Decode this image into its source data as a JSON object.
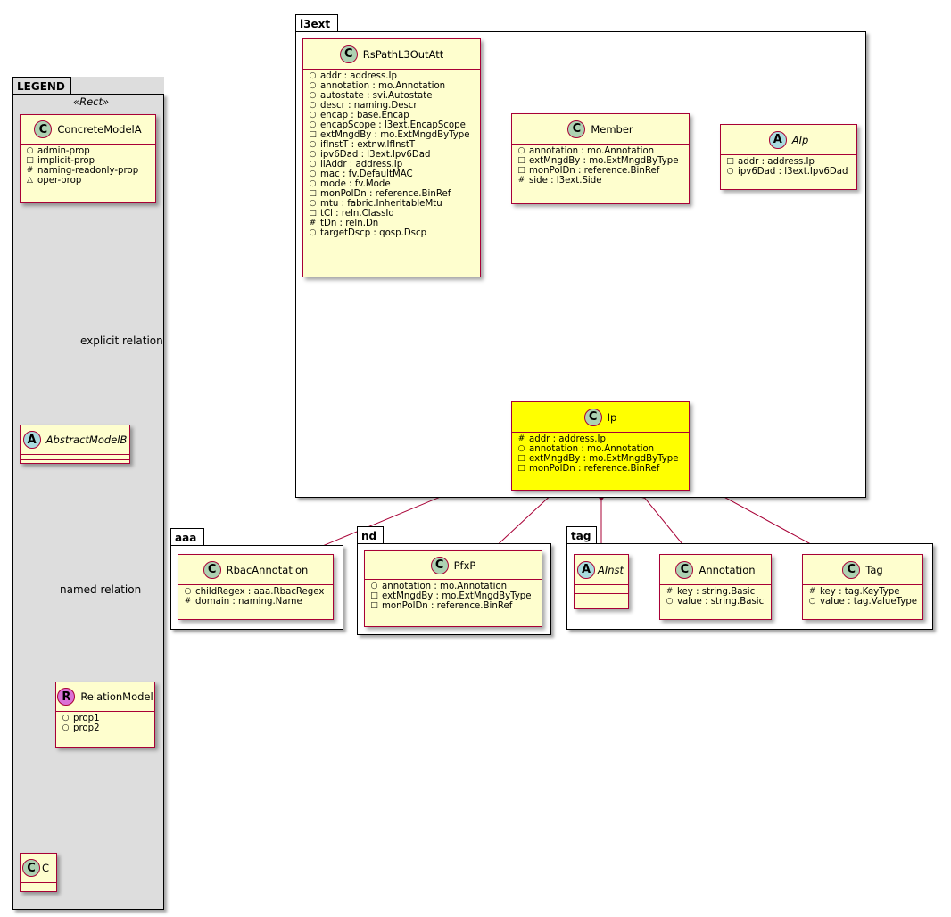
{
  "packages": {
    "legend": "LEGEND",
    "legend_stereotype": "«Rect»",
    "l3ext": "l3ext",
    "aaa": "aaa",
    "nd": "nd",
    "tag": "tag"
  },
  "legend": {
    "concrete": {
      "name": "ConcreteModelA",
      "badge": "C",
      "props": [
        {
          "vis": "○",
          "text": "admin-prop"
        },
        {
          "vis": "□",
          "text": "implicit-prop"
        },
        {
          "vis": "#",
          "text": "naming-readonly-prop"
        },
        {
          "vis": "△",
          "text": "oper-prop"
        }
      ]
    },
    "abstract": {
      "name": "AbstractModelB",
      "badge": "A"
    },
    "relation": {
      "name": "RelationModel",
      "badge": "R",
      "props": [
        {
          "vis": "○",
          "text": "prop1"
        },
        {
          "vis": "○",
          "text": "prop2"
        }
      ]
    },
    "c": {
      "name": "C",
      "badge": "C"
    },
    "explicit_label": "explicit relation",
    "named_label": "named relation"
  },
  "classes": {
    "rspath": {
      "name": "RsPathL3OutAtt",
      "badge": "C",
      "props": [
        {
          "vis": "○",
          "text": "addr : address.Ip"
        },
        {
          "vis": "○",
          "text": "annotation : mo.Annotation"
        },
        {
          "vis": "○",
          "text": "autostate : svi.Autostate"
        },
        {
          "vis": "○",
          "text": "descr : naming.Descr"
        },
        {
          "vis": "○",
          "text": "encap : base.Encap"
        },
        {
          "vis": "○",
          "text": "encapScope : l3ext.EncapScope"
        },
        {
          "vis": "□",
          "text": "extMngdBy : mo.ExtMngdByType"
        },
        {
          "vis": "○",
          "text": "ifInstT : extnw.IfInstT"
        },
        {
          "vis": "○",
          "text": "ipv6Dad : l3ext.Ipv6Dad"
        },
        {
          "vis": "○",
          "text": "llAddr : address.Ip"
        },
        {
          "vis": "○",
          "text": "mac : fv.DefaultMAC"
        },
        {
          "vis": "○",
          "text": "mode : fv.Mode"
        },
        {
          "vis": "□",
          "text": "monPolDn : reference.BinRef"
        },
        {
          "vis": "○",
          "text": "mtu : fabric.InheritableMtu"
        },
        {
          "vis": "□",
          "text": "tCl : reln.ClassId"
        },
        {
          "vis": "#",
          "text": "tDn : reln.Dn"
        },
        {
          "vis": "○",
          "text": "targetDscp : qosp.Dscp"
        }
      ]
    },
    "member": {
      "name": "Member",
      "badge": "C",
      "props": [
        {
          "vis": "○",
          "text": "annotation : mo.Annotation"
        },
        {
          "vis": "□",
          "text": "extMngdBy : mo.ExtMngdByType"
        },
        {
          "vis": "□",
          "text": "monPolDn : reference.BinRef"
        },
        {
          "vis": "#",
          "text": "side : l3ext.Side"
        }
      ]
    },
    "aip": {
      "name": "AIp",
      "badge": "A",
      "props": [
        {
          "vis": "□",
          "text": "addr : address.Ip"
        },
        {
          "vis": "○",
          "text": "ipv6Dad : l3ext.Ipv6Dad"
        }
      ]
    },
    "ip": {
      "name": "Ip",
      "badge": "C",
      "props": [
        {
          "vis": "#",
          "text": "addr : address.Ip"
        },
        {
          "vis": "○",
          "text": "annotation : mo.Annotation"
        },
        {
          "vis": "□",
          "text": "extMngdBy : mo.ExtMngdByType"
        },
        {
          "vis": "□",
          "text": "monPolDn : reference.BinRef"
        }
      ]
    },
    "rbac": {
      "name": "RbacAnnotation",
      "badge": "C",
      "props": [
        {
          "vis": "○",
          "text": "childRegex : aaa.RbacRegex"
        },
        {
          "vis": "#",
          "text": "domain : naming.Name"
        }
      ]
    },
    "pfxp": {
      "name": "PfxP",
      "badge": "C",
      "props": [
        {
          "vis": "○",
          "text": "annotation : mo.Annotation"
        },
        {
          "vis": "□",
          "text": "extMngdBy : mo.ExtMngdByType"
        },
        {
          "vis": "□",
          "text": "monPolDn : reference.BinRef"
        }
      ]
    },
    "ainst": {
      "name": "AInst",
      "badge": "A"
    },
    "annotation": {
      "name": "Annotation",
      "badge": "C",
      "props": [
        {
          "vis": "#",
          "text": "key : string.Basic"
        },
        {
          "vis": "○",
          "text": "value : string.Basic"
        }
      ]
    },
    "tag": {
      "name": "Tag",
      "badge": "C",
      "props": [
        {
          "vis": "#",
          "text": "key : tag.KeyType"
        },
        {
          "vis": "○",
          "text": "value : tag.ValueType"
        }
      ]
    }
  },
  "colors": {
    "class_fill": "#FEFECE",
    "class_border": "#A80036",
    "highlight_fill": "#FFFF00",
    "legend_fill": "#DDDDDD",
    "badge_class": "#ADD1B2",
    "badge_abstract": "#A9DCDF",
    "badge_relation": "#DA70D6"
  }
}
